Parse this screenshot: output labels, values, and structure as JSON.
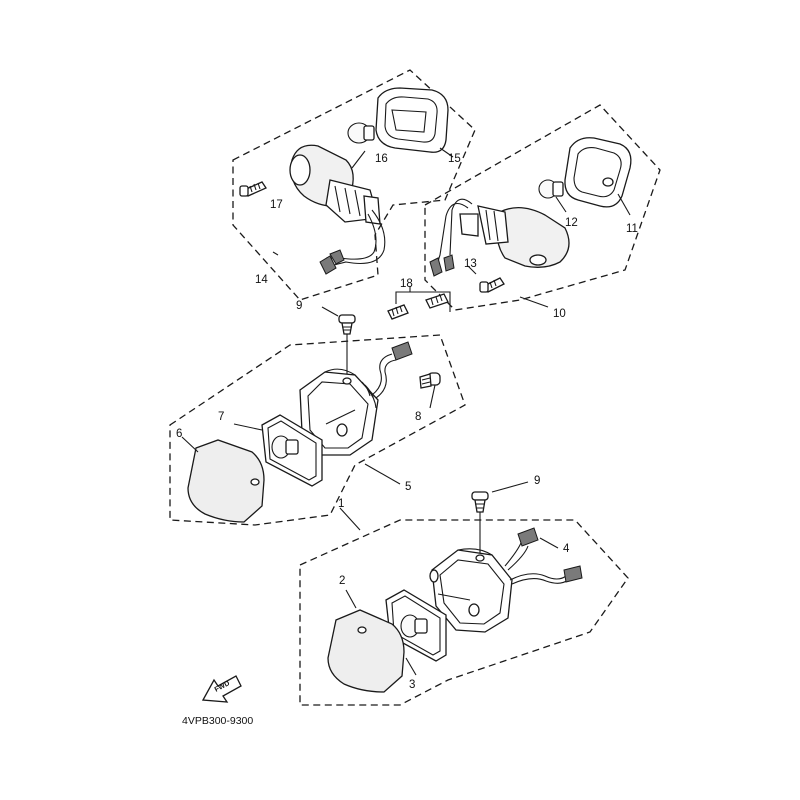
{
  "diagram": {
    "drawing_code": "4VPB300-9300",
    "fwd_mark": "FWD",
    "callouts": {
      "c1": "1",
      "c2": "2",
      "c3": "3",
      "c4": "4",
      "c5": "5",
      "c6": "6",
      "c7": "7",
      "c8": "8",
      "c9a": "9",
      "c9b": "9",
      "c10": "10",
      "c11": "11",
      "c12": "12",
      "c13": "13",
      "c14": "14",
      "c15": "15",
      "c16": "16",
      "c17": "17",
      "c18": "18"
    }
  }
}
